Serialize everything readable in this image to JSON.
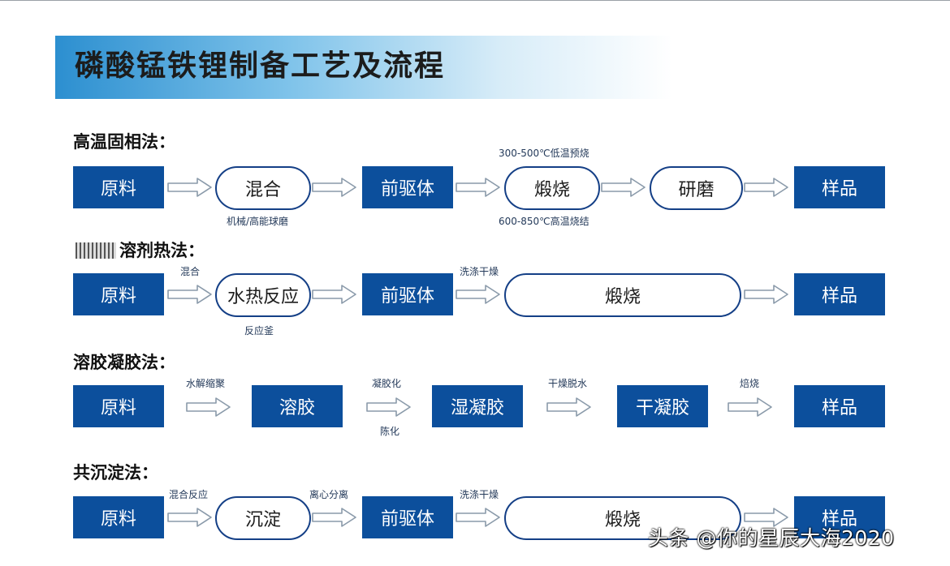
{
  "title": "磷酸锰铁锂制备工艺及流程",
  "sections": [
    {
      "heading": "高温固相法：",
      "nodes": [
        "原料",
        "混合",
        "前驱体",
        "煅烧",
        "研磨",
        "样品"
      ],
      "notes": [
        "机械/高能球磨",
        "300-500℃低温预烧",
        "600-850℃高温烧结"
      ]
    },
    {
      "heading": "溶剂热法：",
      "nodes": [
        "原料",
        "水热反应",
        "前驱体",
        "煅烧",
        "样品"
      ],
      "notes": [
        "混合",
        "反应釜",
        "洗涤干燥"
      ]
    },
    {
      "heading": "溶胶凝胶法：",
      "nodes": [
        "原料",
        "溶胶",
        "湿凝胶",
        "干凝胶",
        "样品"
      ],
      "notes": [
        "水解缩聚",
        "凝胶化",
        "陈化",
        "干燥脱水",
        "焙烧"
      ]
    },
    {
      "heading": "共沉淀法：",
      "nodes": [
        "原料",
        "沉淀",
        "前驱体",
        "煅烧",
        "样品"
      ],
      "notes": [
        "混合反应",
        "离心分离",
        "洗涤干燥"
      ]
    }
  ],
  "watermark": "头条 @你的星辰大海2020",
  "colors": {
    "box_fill": "#0c4f9c",
    "pill_border": "#143f86",
    "arrow_stroke": "#8a9aaa"
  }
}
